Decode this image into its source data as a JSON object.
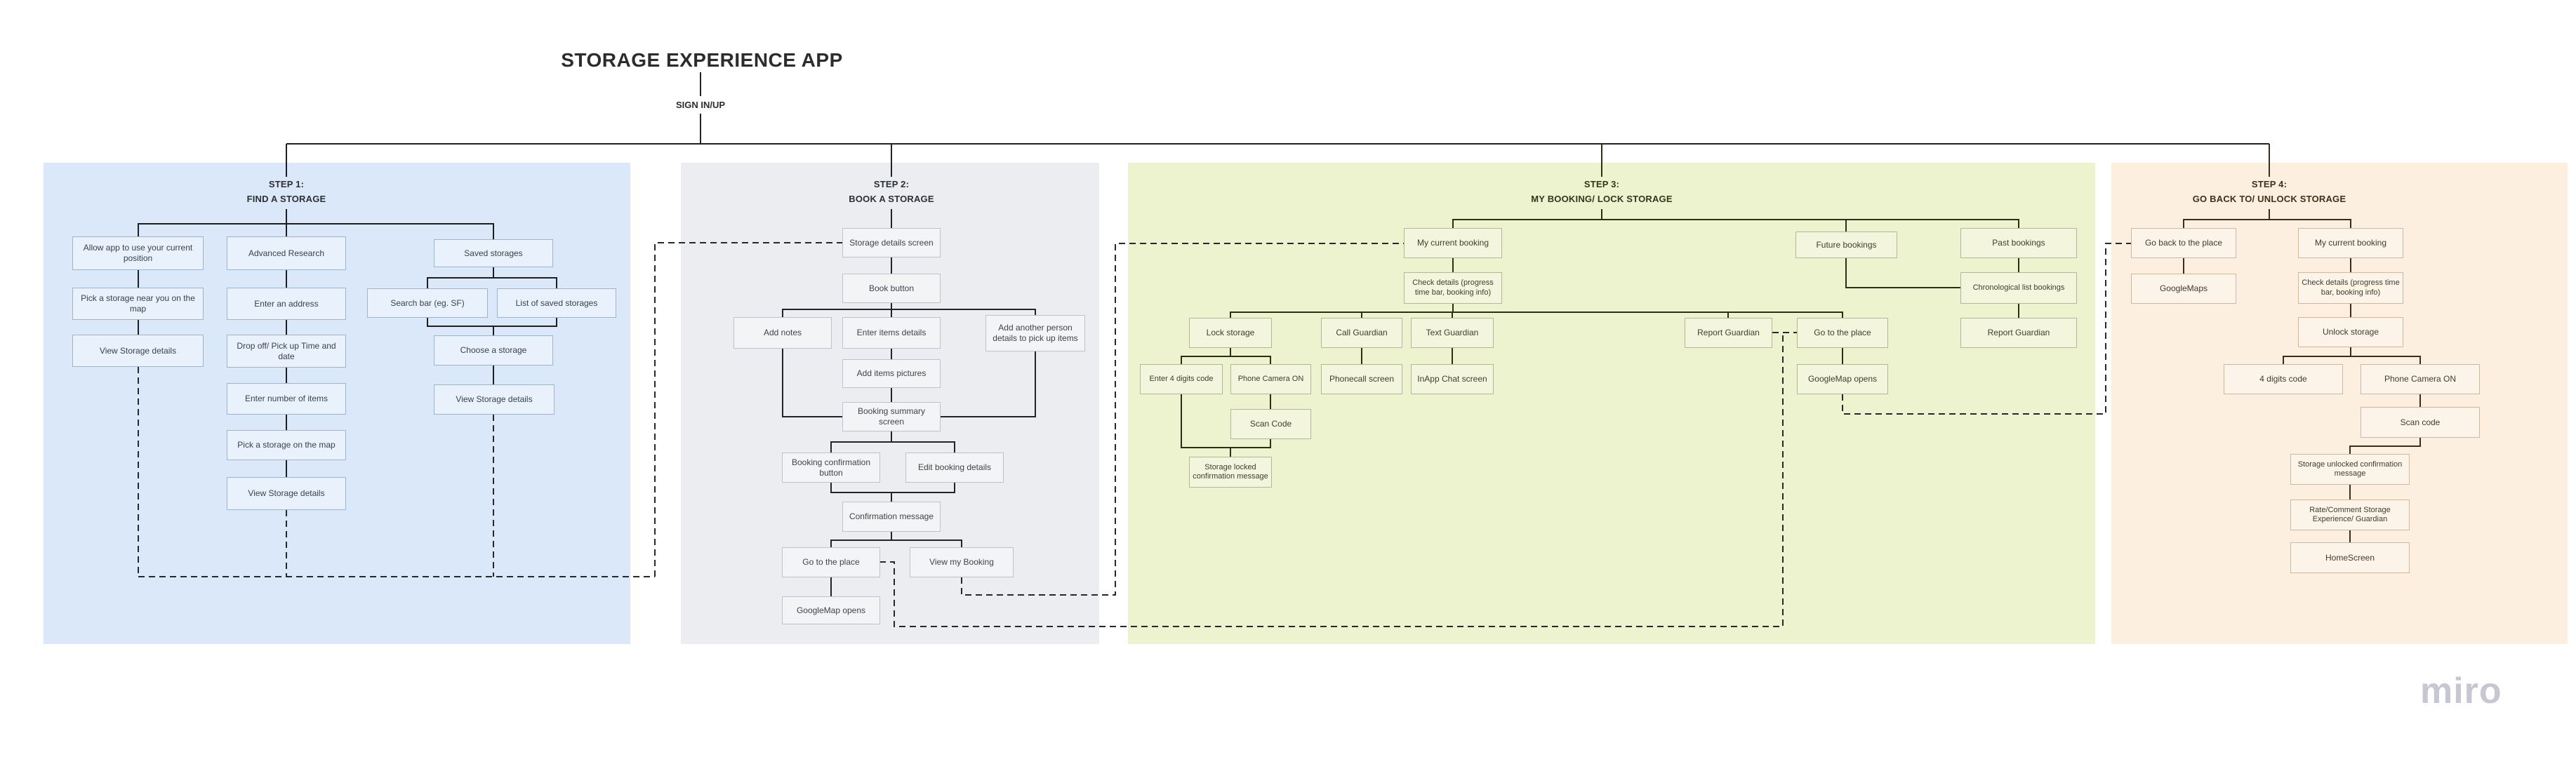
{
  "app": {
    "title": "STORAGE EXPERIENCE APP",
    "root_label": "SIGN IN/UP",
    "watermark": "miro"
  },
  "colors": {
    "step1_panel": "#dbe8f9",
    "step2_panel": "#ebedf1",
    "step3_panel": "#edf2cf",
    "step4_panel": "#fcefdf",
    "solid_line": "#212326",
    "dashed_line": "#26292c"
  },
  "steps": [
    {
      "header1": "STEP 1:",
      "header2": "FIND A STORAGE",
      "nodes": {
        "allow_position": "Allow app to use your current position",
        "pick_near": "Pick a storage near you on the map",
        "view_details_1": "View Storage details",
        "advanced_research": "Advanced Research",
        "enter_address": "Enter an address",
        "dropoff_time": "Drop off/ Pick up Time and date",
        "enter_items": "Enter number of items",
        "pick_on_map": "Pick a storage on the map",
        "view_details_2": "View Storage details",
        "saved_storages": "Saved storages",
        "search_bar": "Search bar (eg. SF)",
        "saved_list": "List of saved storages",
        "choose_storage": "Choose a storage",
        "view_details_3": "View Storage details"
      }
    },
    {
      "header1": "STEP 2:",
      "header2": "BOOK A STORAGE",
      "nodes": {
        "storage_details_screen": "Storage details screen",
        "book_button": "Book button",
        "add_notes": "Add notes",
        "enter_items_details": "Enter items details",
        "add_person": "Add another person details to pick up items",
        "add_pictures": "Add items pictures",
        "booking_summary": "Booking summary screen",
        "booking_confirmation": "Booking confirmation button",
        "edit_booking": "Edit booking details",
        "confirmation_message": "Confirmation message",
        "go_to_place": "Go to the place",
        "view_my_booking": "View my Booking",
        "googlemap_opens": "GoogleMap opens"
      }
    },
    {
      "header1": "STEP 3:",
      "header2": "MY BOOKING/ LOCK STORAGE",
      "nodes": {
        "my_current_booking": "My current booking",
        "check_details": "Check details (progress time bar, booking info)",
        "lock_storage": "Lock storage",
        "call_guardian": "Call Guardian",
        "text_guardian": "Text Guardian",
        "report_guardian_1": "Report Guardian",
        "go_to_place": "Go to the place",
        "enter_code": "Enter 4 digits code",
        "phone_camera": "Phone Camera ON",
        "phonecall_screen": "Phonecall screen",
        "inapp_chat": "InApp Chat screen",
        "scan_code": "Scan Code",
        "storage_locked": "Storage locked confirmation message",
        "googlemap_opens": "GoogleMap opens",
        "future_bookings": "Future bookings",
        "past_bookings": "Past bookings",
        "chronological_list": "Chronological list bookings",
        "report_guardian_2": "Report Guardian"
      }
    },
    {
      "header1": "STEP 4:",
      "header2": "GO BACK TO/ UNLOCK STORAGE",
      "nodes": {
        "go_back_place": "Go back to the place",
        "googlemaps": "GoogleMaps",
        "my_current_booking": "My current booking",
        "check_details": "Check details (progress time bar, booking info)",
        "unlock_storage": "Unlock storage",
        "digits_code": "4 digits code",
        "phone_camera": "Phone Camera ON",
        "scan_code": "Scan code",
        "storage_unlocked": "Storage unlocked confirmation message",
        "rate_comment": "Rate/Comment Storage Experience/ Guardian",
        "homescreen": "HomeScreen"
      }
    }
  ]
}
